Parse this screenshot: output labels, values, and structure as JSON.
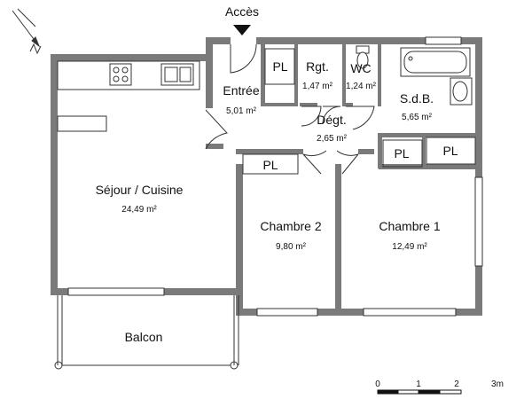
{
  "plan": {
    "access_label": "Accès",
    "rooms": {
      "sejour": {
        "name": "Séjour / Cuisine",
        "area": "24,49 m²"
      },
      "entree": {
        "name": "Entrée",
        "area": "5,01 m²"
      },
      "rgt": {
        "name": "Rgt.",
        "area": "1,47 m²"
      },
      "wc": {
        "name": "WC",
        "area": "1,24 m²"
      },
      "sdb": {
        "name": "S.d.B.",
        "area": "5,65 m²"
      },
      "degt": {
        "name": "Dégt.",
        "area": "2,65 m²"
      },
      "chambre2": {
        "name": "Chambre 2",
        "area": "9,80 m²"
      },
      "chambre1": {
        "name": "Chambre 1",
        "area": "12,49 m²"
      },
      "balcon": {
        "name": "Balcon"
      }
    },
    "closet_label": "PL",
    "scale": {
      "ticks": [
        "0",
        "1",
        "2",
        "3m"
      ]
    },
    "colors": {
      "wall": "#7a7a7a",
      "line": "#333333",
      "background": "#ffffff"
    }
  }
}
